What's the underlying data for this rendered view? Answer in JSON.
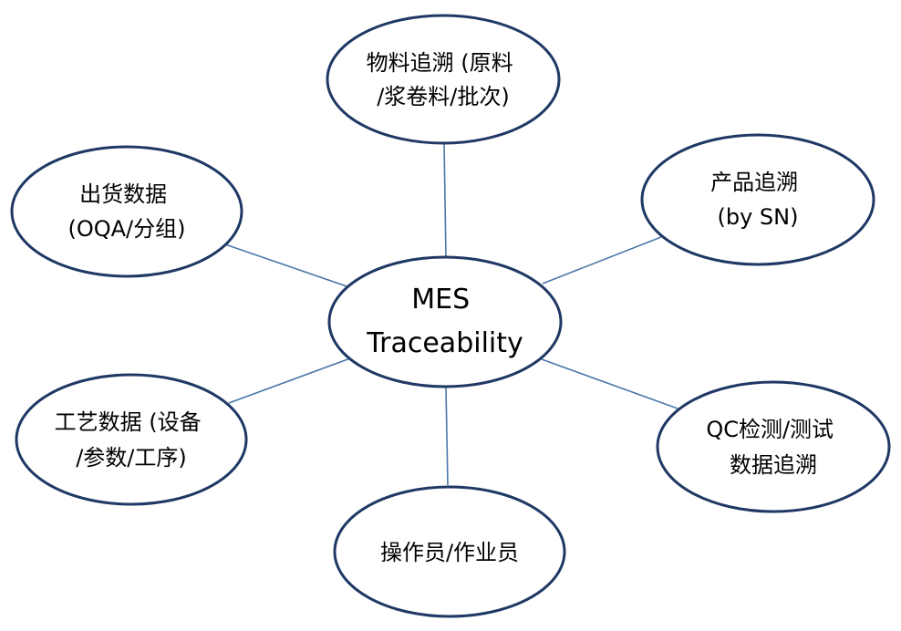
{
  "diagram": {
    "center": {
      "lines": [
        "MES",
        "Traceability"
      ]
    },
    "nodes": [
      {
        "id": "material-trace",
        "lines": [
          "物料追溯 (原料",
          "/浆卷料/批次)"
        ]
      },
      {
        "id": "product-trace",
        "lines": [
          "产品追溯",
          "(by SN)"
        ]
      },
      {
        "id": "qc-trace",
        "lines": [
          "QC检测/测试",
          "数据追溯"
        ]
      },
      {
        "id": "operator",
        "lines": [
          "操作员/作业员"
        ]
      },
      {
        "id": "process-data",
        "lines": [
          "工艺数据 (设备",
          "/参数/工序)"
        ]
      },
      {
        "id": "shipment-data",
        "lines": [
          "出货数据",
          "(OQA/分组)"
        ]
      }
    ],
    "colors": {
      "ellipse_stroke": "#1f3864",
      "connector": "#4a78a8",
      "text": "#000000"
    }
  }
}
